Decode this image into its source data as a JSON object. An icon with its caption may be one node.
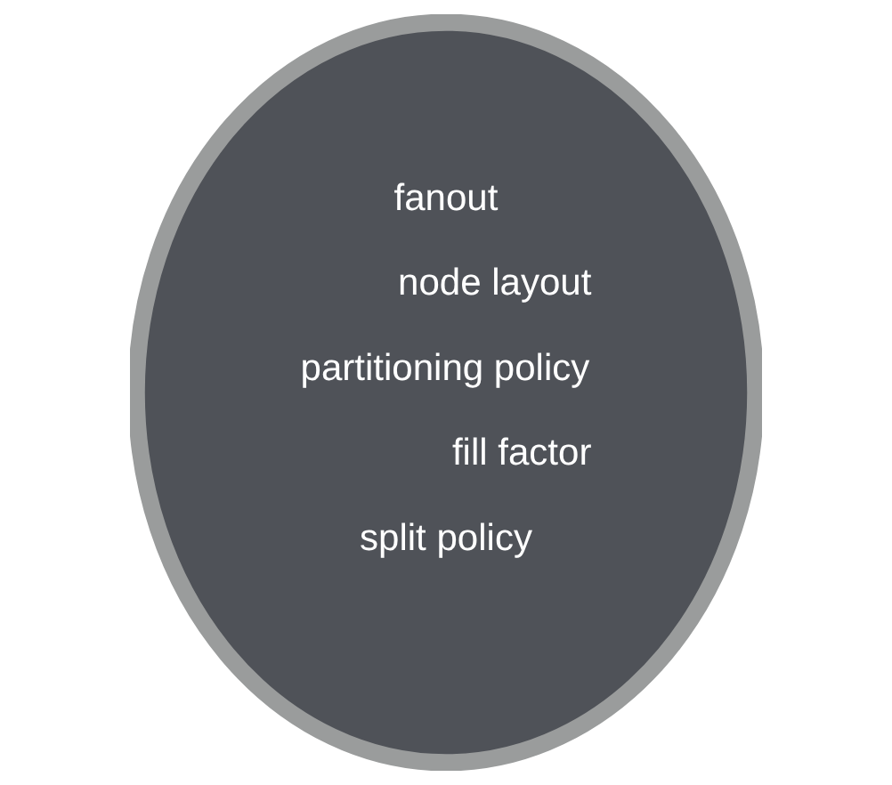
{
  "diagram": {
    "nodes": [
      {
        "text": [
          "fanout",
          "node layout",
          "partitioning policy",
          "fill factor",
          "split policy"
        ]
      }
    ]
  }
}
